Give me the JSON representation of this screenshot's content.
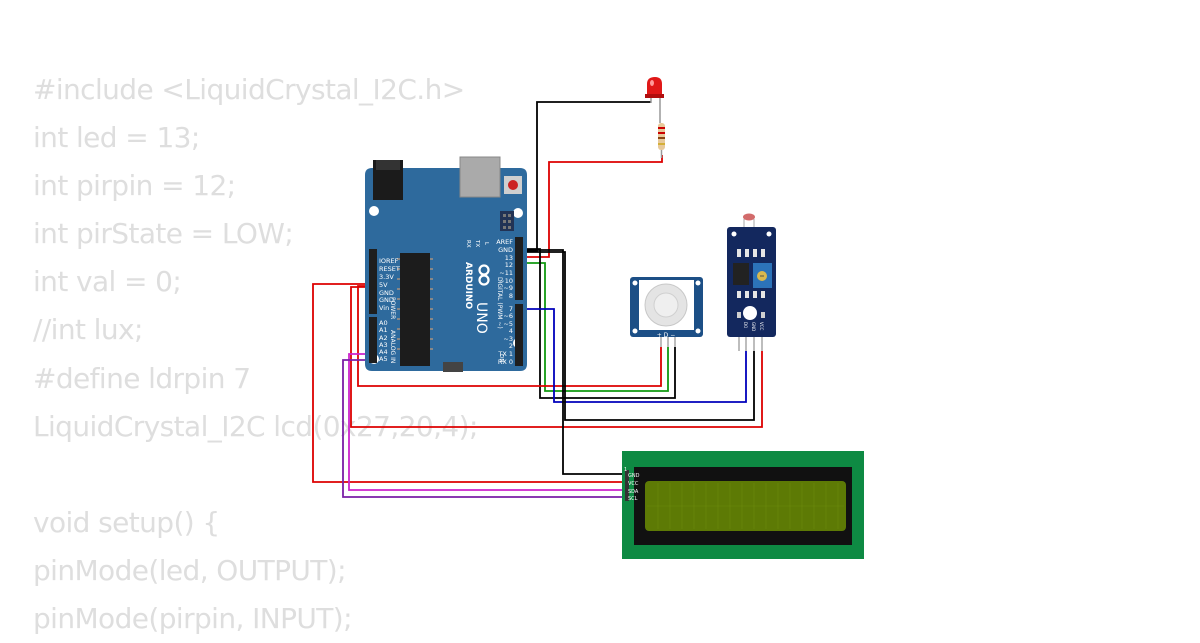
{
  "code": {
    "lines": [
      "#include <LiquidCrystal_I2C.h>",
      "int led = 13;",
      "int pirpin = 12;",
      "int pirState = LOW;",
      "int val = 0;",
      "//int lux;",
      "#define ldrpin 7",
      "LiquidCrystal_I2C lcd(0x27,20,4);",
      "",
      "void setup() {",
      "pinMode(led, OUTPUT);",
      "pinMode(pirpin, INPUT);"
    ]
  },
  "arduino": {
    "brand": "ARDUINO",
    "model": "UNO",
    "on_label": "ON",
    "tx_label": "TX",
    "rx_label": "RX",
    "l_label": "L",
    "power_header_label": "POWER",
    "analog_header_label": "ANALOG IN",
    "digital_header_label": "DIGITAL (PWM ~)",
    "power_pins": [
      "IOREF",
      "RESET",
      "3.3V",
      "5V",
      "GND",
      "GND",
      "Vin"
    ],
    "analog_pins": [
      "A0",
      "A1",
      "A2",
      "A3",
      "A4",
      "A5"
    ],
    "digital_top_pins": [
      "AREF",
      "GND",
      "13",
      "12",
      "~11",
      "~10",
      "~9",
      "8"
    ],
    "digital_bottom_pins": [
      "7",
      "~6",
      "~5",
      "4",
      "~3",
      "2",
      "TX 1",
      "RX 0"
    ]
  },
  "pir_sensor": {
    "pin_labels": "+ D −"
  },
  "ldr_module": {
    "pin_labels": [
      "DO",
      "GND",
      "VCC"
    ]
  },
  "lcd": {
    "pin_labels": [
      "GND",
      "VCC",
      "SDA",
      "SCL"
    ],
    "pin_one_marker": "1"
  },
  "colors": {
    "code_text": "#dedede",
    "board_blue": "#2e6a9d",
    "wire_red": "#dd0000",
    "wire_black": "#000000",
    "wire_green": "#119911",
    "wire_blue": "#0000bb",
    "wire_purple": "#7a1fa6",
    "wire_magenta": "#cc22cc",
    "lcd_pcb": "#0e8a43",
    "lcd_screen": "#5d7a05",
    "pir_board": "#1c4f86",
    "ldr_board": "#13285e"
  }
}
